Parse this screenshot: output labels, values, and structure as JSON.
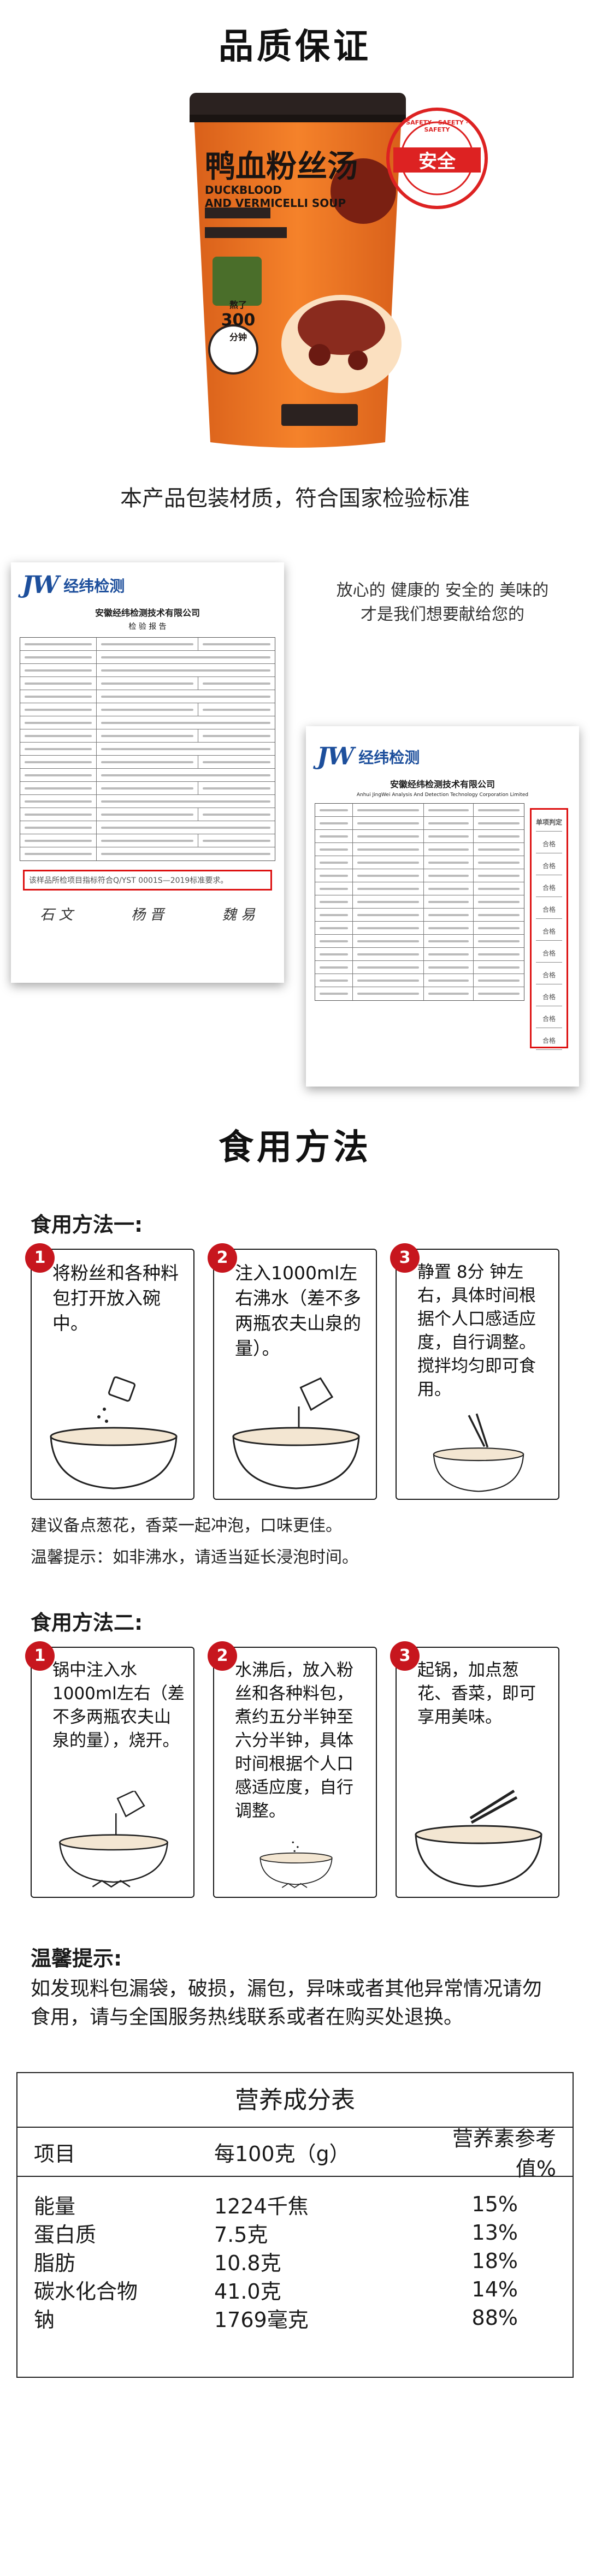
{
  "quality": {
    "title": "品质保证",
    "caption": "本产品包装材质，符合国家检验标准",
    "product": {
      "name_cn": "鸭血粉丝汤",
      "name_en_1": "DUCKBLOOD",
      "name_en_2": "AND VERMICELLI SOUP",
      "badge_top": "熬了",
      "badge_num": "300",
      "badge_bottom": "分钟"
    },
    "seal": {
      "ring_text": "SAFETY · SAFETY · SAFETY",
      "center": "安全"
    }
  },
  "reports": {
    "promo_line1": "放心的 健康的 安全的 美味的",
    "promo_line2": "才是我们想要献给您的",
    "brand_name": "经纬检测",
    "left": {
      "org": "安徽经纬检测技术有限公司",
      "title": "检 验 报 告",
      "note": "该样品所检项目指标符合Q/YST 0001S—2019标准要求。",
      "signs": [
        "石 文",
        "杨 晋",
        "魏 易"
      ]
    },
    "right": {
      "org": "安徽经纬检测技术有限公司",
      "org_en": "Anhui JingWei Analysis And Detection Technology Corporation Limited",
      "col_head": "单项判定",
      "verdicts": [
        "合格",
        "合格",
        "合格",
        "合格",
        "合格",
        "合格",
        "合格",
        "合格",
        "合格",
        "合格"
      ]
    }
  },
  "usage": {
    "title": "食用方法",
    "method1": {
      "title": "食用方法一:",
      "steps": [
        {
          "num": "1",
          "text": "将粉丝和各种料包打开放入碗中。"
        },
        {
          "num": "2",
          "text": "注入1000ml左右沸水（差不多两瓶农夫山泉的量）。"
        },
        {
          "num": "3",
          "text": "静置 8分 钟左右，具体时间根据个人口感适应度，自行调整。搅拌均匀即可食用。"
        }
      ],
      "tip1": "建议备点葱花，香菜一起冲泡，口味更佳。",
      "tip2": "温馨提示：如非沸水，请适当延长浸泡时间。"
    },
    "method2": {
      "title": "食用方法二:",
      "steps": [
        {
          "num": "1",
          "text": "锅中注入水1000ml左右（差不多两瓶农夫山泉的量），烧开。"
        },
        {
          "num": "2",
          "text": "水沸后，放入粉丝和各种料包，煮约五分半钟至六分半钟，具体时间根据个人口感适应度，自行调整。"
        },
        {
          "num": "3",
          "text": "起锅，加点葱花、香菜，即可享用美味。"
        }
      ]
    },
    "warm_title": "温馨提示:",
    "warm_text": "如发现料包漏袋，破损，漏包，异味或者其他异常情况请勿食用，请与全国服务热线联系或者在购买处退换。"
  },
  "nutrition": {
    "title": "营养成分表",
    "headers": [
      "项目",
      "每100克（g）",
      "营养素参考值%"
    ],
    "rows": [
      [
        "能量",
        "1224千焦",
        "15%"
      ],
      [
        "蛋白质",
        "7.5克",
        "13%"
      ],
      [
        "脂肪",
        "10.8克",
        "18%"
      ],
      [
        "碳水化合物",
        "41.0克",
        "14%"
      ],
      [
        "钠",
        "1769毫克",
        "88%"
      ]
    ]
  },
  "colors": {
    "accent_red": "#c7161e",
    "cup_orange": "#f07a1e",
    "brand_blue": "#1d4f9c"
  }
}
